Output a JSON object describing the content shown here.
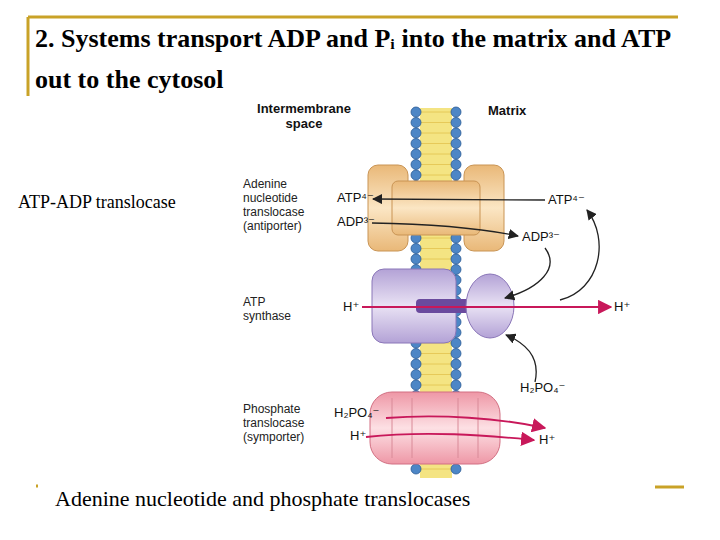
{
  "diagram": {
    "title": "2. Systems transport ADP and Pᵢ into the matrix and ATP out to the cytosol",
    "caption": "Adenine nucleotide and phosphate translocases",
    "nodes": [
      {
        "text": [
          "Adenine nucleotide translocase (antiporter)"
        ]
      },
      {
        "text": [
          "ATP synthase"
        ]
      },
      {
        "text": [
          "Phosphate translocase (symporter)"
        ]
      }
    ],
    "labels": [
      "ATP-ADP translocase",
      "Intermembrane space",
      "Matrix",
      "ATP⁴⁻",
      "ADP³⁻",
      "ATP⁴⁻",
      "ADP³⁻",
      "H⁺",
      "H⁺",
      "H₂PO₄⁻",
      "H₂PO₄⁻",
      "H⁺",
      "H⁺"
    ]
  }
}
